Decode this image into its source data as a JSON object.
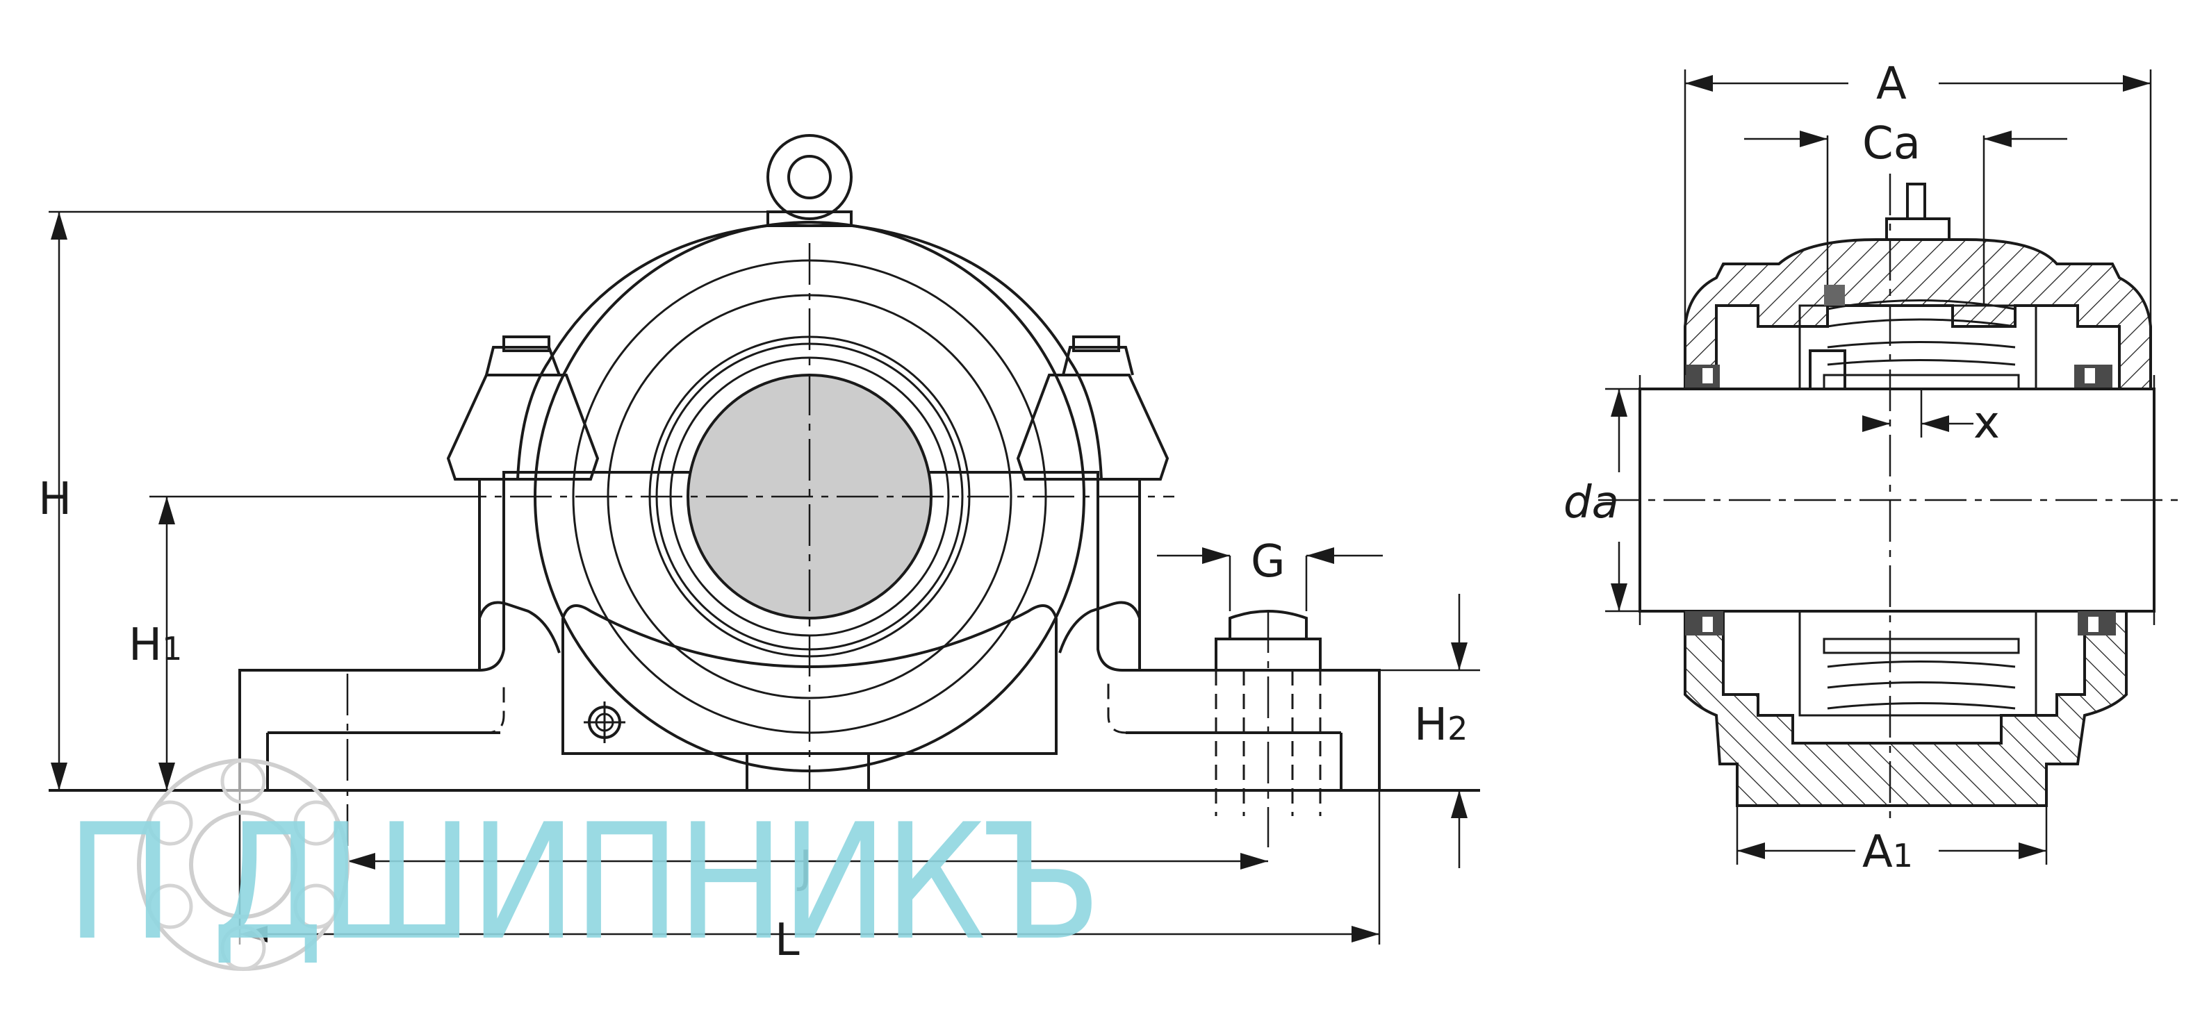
{
  "labels": {
    "H": "H",
    "H1_main": "H",
    "H1_sub": "1",
    "H2_main": "H",
    "H2_sub": "2",
    "G": "G",
    "J": "J",
    "L": "L",
    "A": "A",
    "Ca": "Ca",
    "x": "x",
    "da": "da",
    "A1_main": "A",
    "A1_sub": "1"
  },
  "watermark": {
    "text": "П   ДШИПНИКЪ"
  },
  "colors": {
    "line": "#1a1a1a",
    "shaft_fill": "#cccccc",
    "watermark": "#8fd6e0",
    "seal_fill": "#4a4a4a"
  }
}
